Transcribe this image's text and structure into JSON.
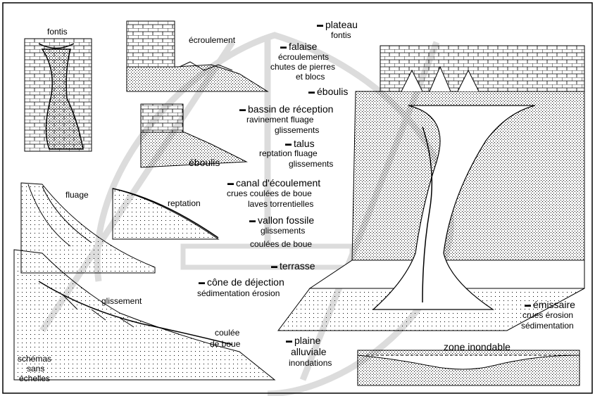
{
  "stages": {
    "plateau": {
      "title": "plateau",
      "process": "fontis"
    },
    "falaise": {
      "title": "falaise",
      "process1": "écroulements",
      "process2": "chutes de pierres",
      "process3": "et blocs"
    },
    "eboulis": {
      "title": "éboulis"
    },
    "bassin": {
      "title": "bassin de réception",
      "process1": "ravinement  fluage",
      "process2": "glissements"
    },
    "talus": {
      "title": "talus",
      "process1": "reptation  fluage",
      "process2": "glissements"
    },
    "canal": {
      "title": "canal d'écoulement",
      "process1": "crues  coulées de boue",
      "process2": "laves torrentielles"
    },
    "vallon": {
      "title": "vallon fossile",
      "process1": "glissements",
      "process2": "coulées de boue"
    },
    "terrasse": {
      "title": "terrasse"
    },
    "cone": {
      "title": "cône de déjection",
      "process1": "sédimentation  érosion"
    },
    "plaine": {
      "title": "plaine",
      "title2": "alluviale",
      "process1": "inondations"
    },
    "emissaire": {
      "title": "émissaire",
      "process1": "crues  érosion",
      "process2": "sédimentation"
    }
  },
  "sketches": {
    "fontis": "fontis",
    "ecroulement": "écroulement",
    "eboulis": "éboulis",
    "fluage": "fluage",
    "reptation": "reptation",
    "glissement": "glissement",
    "coulee1": "coulée",
    "coulee2": "de boue",
    "zone": "zone inondable"
  },
  "note": {
    "line1": "schémas",
    "line2": "sans",
    "line3": "échelles"
  }
}
